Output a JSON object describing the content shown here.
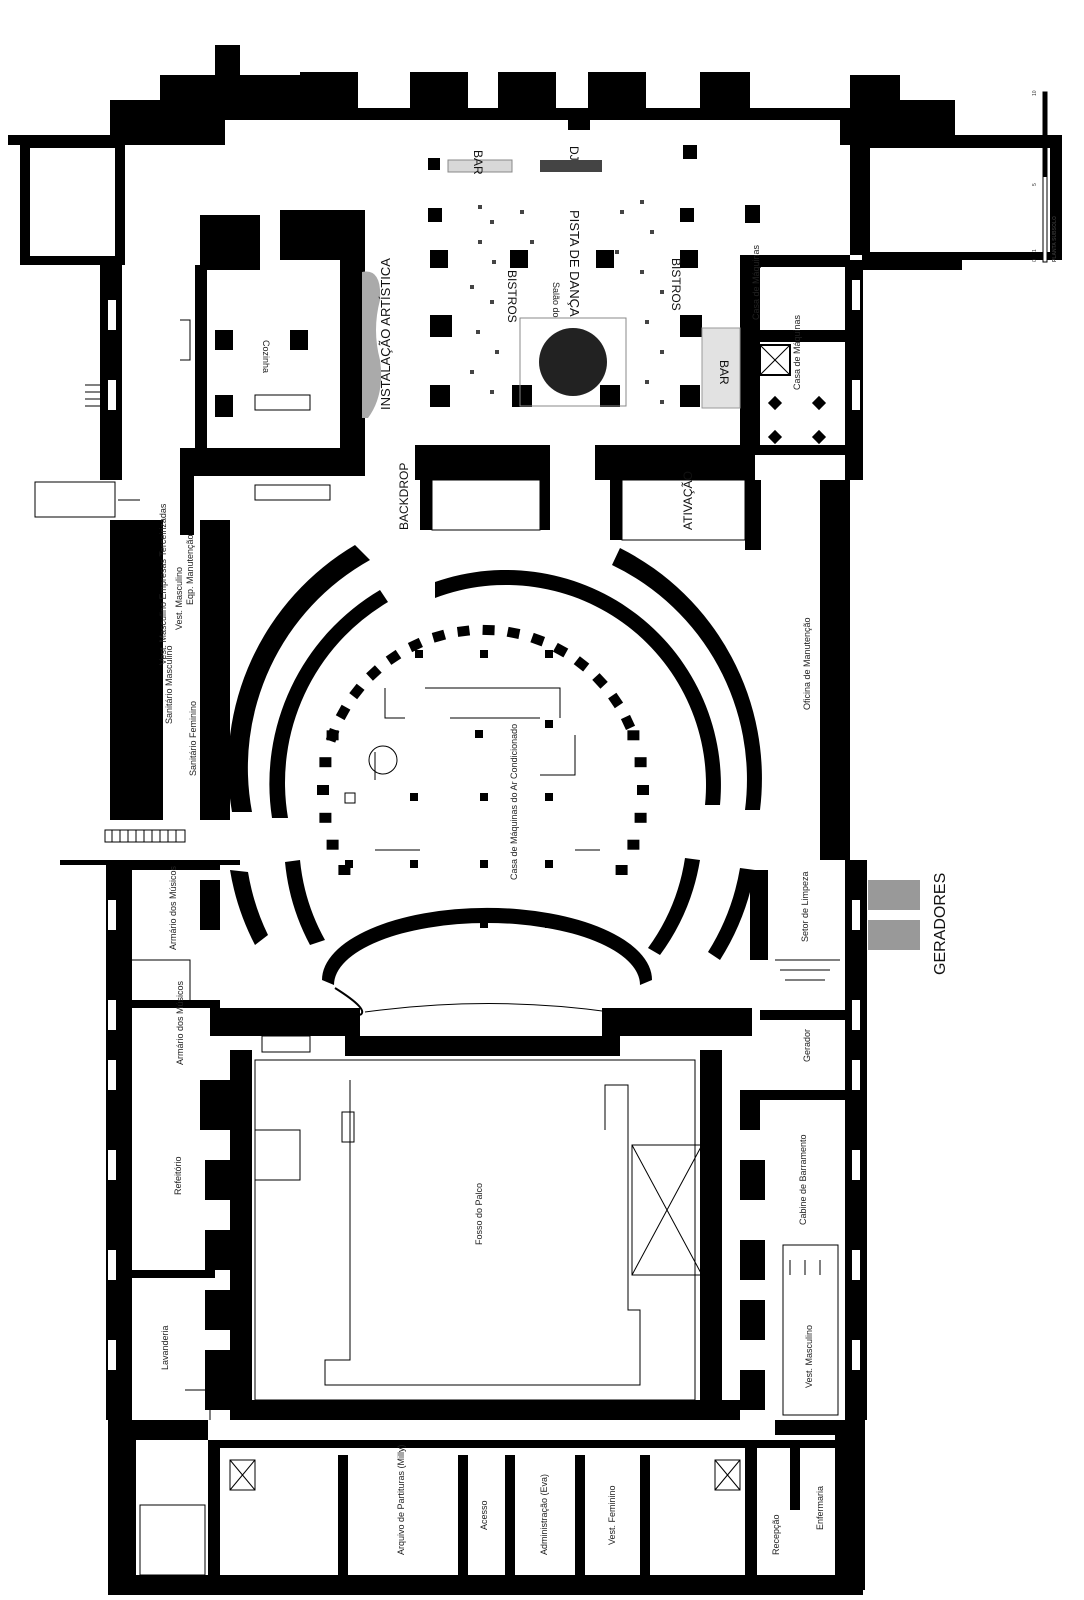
{
  "scale_bar": {
    "title": "PLANTA SUBSOLO",
    "ticks": [
      "0",
      "1",
      "5",
      "10"
    ]
  },
  "generators_label": "GERADORES",
  "top_labels": {
    "bar_top": "BAR",
    "dj": "DJ",
    "instalacao": "INSTALAÇÃO ARTÍSTICA",
    "bistros_left": "BISTROS",
    "pista": "PISTA DE DANÇA",
    "bistros_right": "BISTROS",
    "salao": "Salão do",
    "bar_right": "BAR",
    "backdrop": "BACKDROP",
    "ativacao": "ATIVAÇÃO",
    "cozinha": "Cozinha",
    "casa_maquinas_1": "Casa de Máquinas",
    "casa_maquinas_2": "Casa de Máquinas"
  },
  "rooms": {
    "vest_terceirizadas": "Vest. Masculino Empresas Terceirizadas",
    "vest_masculino_top": "Vest. Masculino",
    "eqp_manutencao": "Eqp. Manutenção",
    "sanitario_masculino": "Sanitário Masculino",
    "sanitario_feminino": "Sanitário Feminino",
    "oficina": "Oficina de Manutenção",
    "casa_ar": "Casa de Máquinas do Ar Condicionado",
    "armario_1": "Armário dos Músicos",
    "armario_2": "Armário dos Músicos",
    "setor_limpeza": "Setor de Limpeza",
    "gerador": "Gerador",
    "refeitorio": "Refeitório",
    "cabine": "Cabine de Barramento",
    "fosso": "Fosso do Palco",
    "lavanderia": "Lavanderia",
    "vest_masculino_bottom": "Vest. Masculino",
    "arquivo": "Arquivo de Partituras (Milly)",
    "acesso": "Acesso",
    "administracao": "Administração (Eva)",
    "vest_feminino": "Vest. Feminino",
    "recepcao": "Recepção",
    "enfermaria": "Enfermaria"
  }
}
